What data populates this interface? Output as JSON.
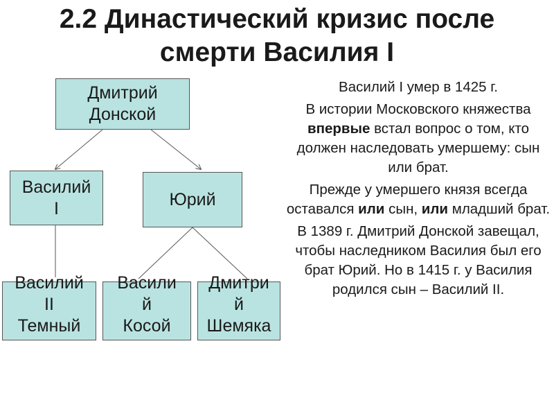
{
  "title": {
    "line1": "2.2 Династический кризис после",
    "line2": "смерти Василия I"
  },
  "colors": {
    "node_fill": "#b9e3e1",
    "node_border": "#555555",
    "text": "#1a1a1a"
  },
  "tree": {
    "root": {
      "label": "Дмитрий\nДонской"
    },
    "vasily1": {
      "label": "Василий\nI"
    },
    "yuri": {
      "label": "Юрий"
    },
    "vasily2": {
      "label": "Василий\nII\nТемный"
    },
    "kosoy": {
      "label": "Васили\nй\nКосой"
    },
    "shemyaka": {
      "label": "Дмитри\nй\nШемяка"
    }
  },
  "info": {
    "p1": "Василий I умер в 1425 г.",
    "p2": {
      "before": "В истории Московского княжества ",
      "bold": "впервые",
      "after": " встал вопрос о том, кто должен наследовать умершему: сын или брат."
    },
    "p3": {
      "before": "Прежде у умершего князя всегда оставался ",
      "bold1": "или",
      "middle": " сын, ",
      "bold2": "или",
      "after": " младший брат."
    },
    "p4": "В 1389 г. Дмитрий Донской завещал, чтобы наследником Василия был его брат Юрий. Но в 1415 г. у Василия родился сын – Василий II."
  }
}
